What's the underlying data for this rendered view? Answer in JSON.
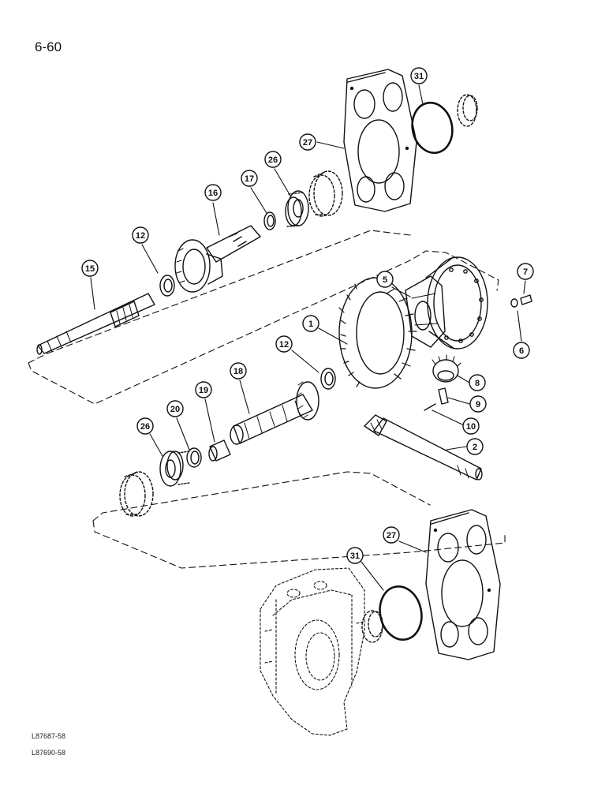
{
  "page": {
    "page_number": "6-60",
    "reference_codes": [
      "L87687-58",
      "L87690-58"
    ]
  },
  "colors": {
    "line": "#111111",
    "paper": "#ffffff"
  },
  "diagram": {
    "type": "exploded-parts-view",
    "callouts": [
      {
        "id": "c31a",
        "number": "31"
      },
      {
        "id": "c27a",
        "number": "27"
      },
      {
        "id": "c26a",
        "number": "26"
      },
      {
        "id": "c17",
        "number": "17"
      },
      {
        "id": "c16",
        "number": "16"
      },
      {
        "id": "c12a",
        "number": "12"
      },
      {
        "id": "c15",
        "number": "15"
      },
      {
        "id": "c5",
        "number": "5"
      },
      {
        "id": "c7",
        "number": "7"
      },
      {
        "id": "c6",
        "number": "6"
      },
      {
        "id": "c1",
        "number": "1"
      },
      {
        "id": "c12b",
        "number": "12"
      },
      {
        "id": "c18",
        "number": "18"
      },
      {
        "id": "c19",
        "number": "19"
      },
      {
        "id": "c20",
        "number": "20"
      },
      {
        "id": "c26b",
        "number": "26"
      },
      {
        "id": "c8",
        "number": "8"
      },
      {
        "id": "c9",
        "number": "9"
      },
      {
        "id": "c10",
        "number": "10"
      },
      {
        "id": "c2",
        "number": "2"
      },
      {
        "id": "c27b",
        "number": "27"
      },
      {
        "id": "c31b",
        "number": "31"
      }
    ]
  }
}
